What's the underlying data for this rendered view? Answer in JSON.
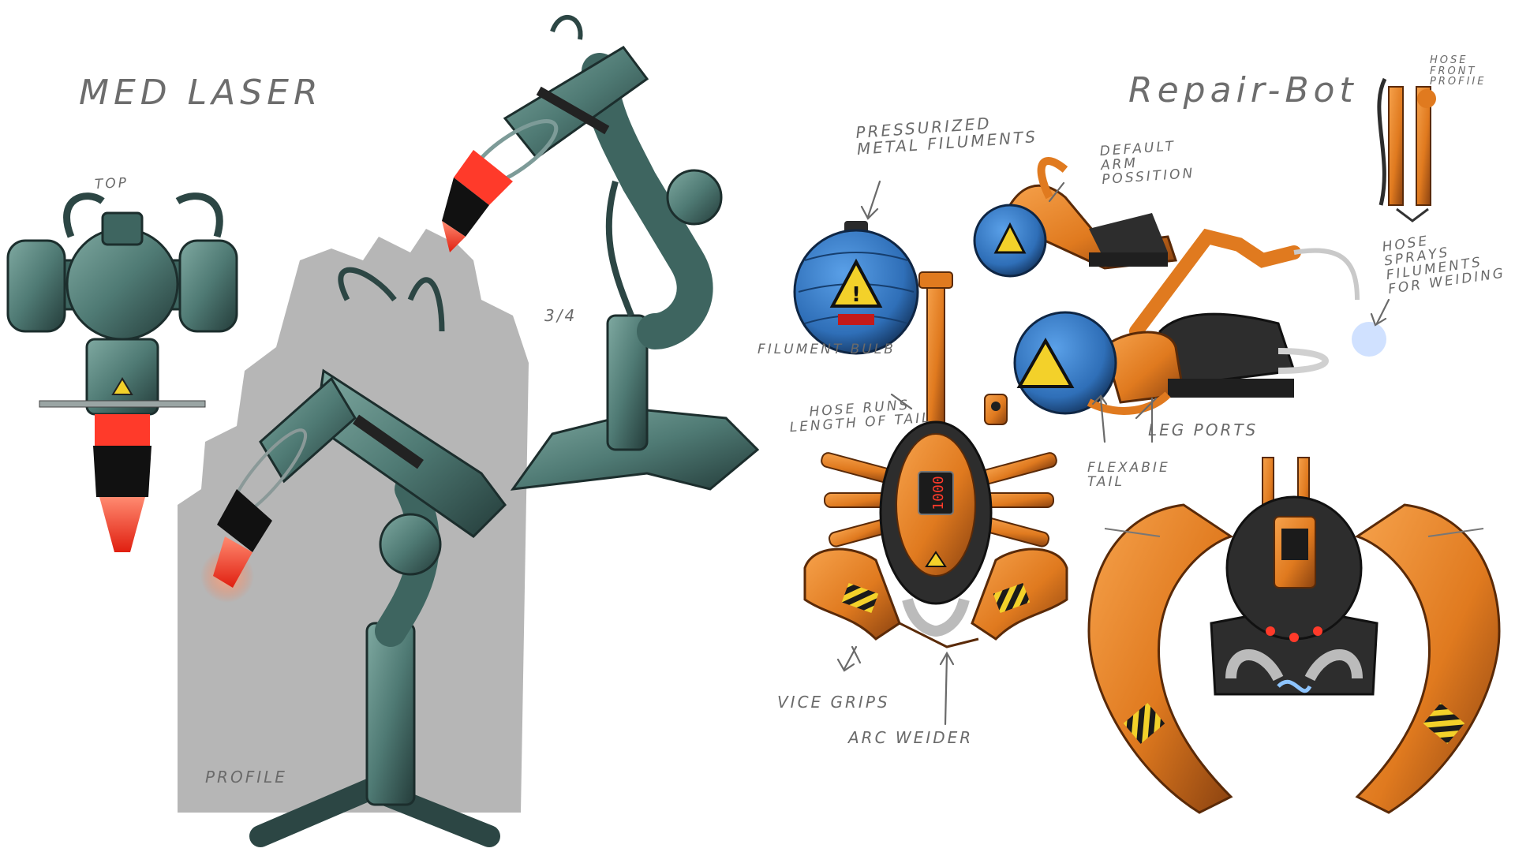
{
  "labels": {
    "med_laser": "MED LASER",
    "top": "TOP",
    "three_quarter": "3/4",
    "profile": "PROFILE",
    "repair_bot": "Repair-Bot",
    "pressurized": "PRESSURIZED\nMETAL FILUMENTS",
    "default_arm": "DEFAULT\nARM\nPOSSITION",
    "hose_front": "HOSE\nFRONT\nPROFIIE",
    "hose_sprays": "HOSE\nSPRAYS\nFILUMENTS\nFOR WEIDING",
    "filument_bulb": "FILUMENT BULB",
    "hose_runs": "HOSE RUNS\nLENGTH OF TAIL",
    "leg_ports": "LEG PORTS",
    "flexable_tail": "FLEXABIE\nTAIL",
    "vice_grips": "VICE GRIPS",
    "arc_welder": "ARC WEIDER",
    "display_value": "1000"
  },
  "colors": {
    "teal_metal": "#4f7a74",
    "teal_dark": "#2c4644",
    "orange": "#e07a1f",
    "orange_dark": "#8a4210",
    "blue_bulb": "#2f6fb8",
    "laser_red": "#ff3a2a",
    "warning_yellow": "#f3d12a",
    "shadow_gray": "#a9a9a9"
  }
}
